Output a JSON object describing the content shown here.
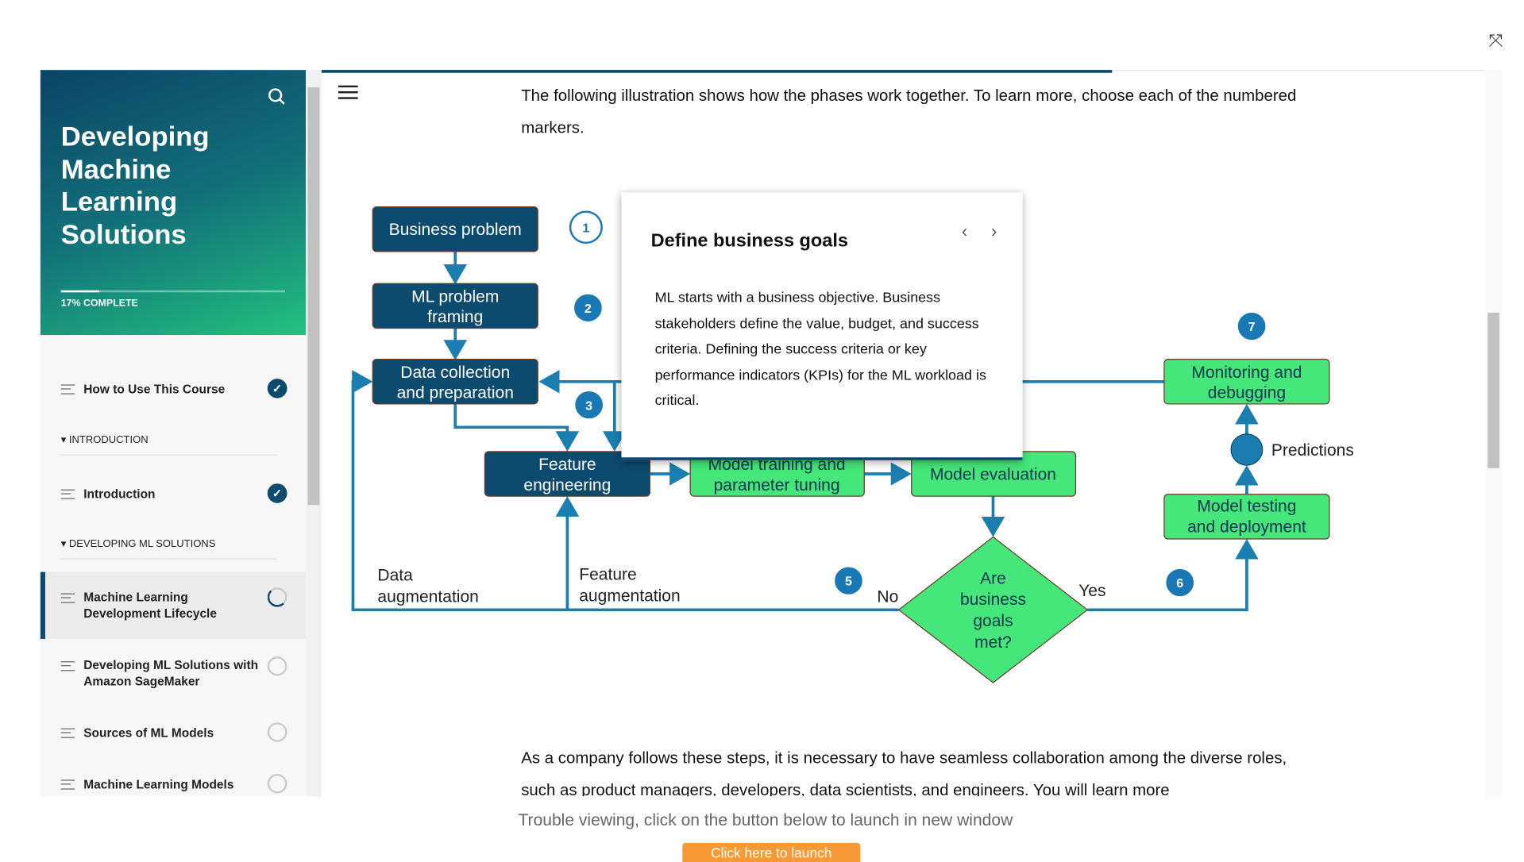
{
  "course": {
    "title": "Developing Machine Learning Solutions",
    "progress_percent": 17,
    "progress_label": "17% COMPLETE"
  },
  "sidebar": {
    "items": [
      {
        "type": "lesson",
        "label": "How to Use This Course",
        "status": "complete"
      },
      {
        "type": "section",
        "label": "INTRODUCTION"
      },
      {
        "type": "lesson",
        "label": "Introduction",
        "status": "complete"
      },
      {
        "type": "section",
        "label": "DEVELOPING ML SOLUTIONS"
      },
      {
        "type": "lesson",
        "label": "Machine Learning Development Lifecycle",
        "status": "in-progress",
        "active": true
      },
      {
        "type": "lesson",
        "label": "Developing ML Solutions with Amazon SageMaker",
        "status": "not-started"
      },
      {
        "type": "lesson",
        "label": "Sources of ML Models",
        "status": "not-started"
      },
      {
        "type": "lesson",
        "label": "Machine Learning Models",
        "status": "not-started"
      }
    ]
  },
  "content": {
    "intro": "The following illustration shows how the phases work together. To learn more, choose each of the numbered markers.",
    "outro": "As a company follows these steps, it is necessary to have seamless collaboration among the diverse roles, such as product managers, developers, data scientists, and engineers. You will learn more"
  },
  "diagram": {
    "nodes": {
      "business_problem": "Business problem",
      "ml_framing_1": "ML problem",
      "ml_framing_2": "framing",
      "data_1": "Data collection",
      "data_2": "and preparation",
      "feature_1": "Feature",
      "feature_2": "engineering",
      "training_1": "Model training and",
      "training_2": "parameter tuning",
      "evaluation": "Model evaluation",
      "monitoring_1": "Monitoring and",
      "monitoring_2": "debugging",
      "testing_1": "Model testing",
      "testing_2": "and deployment",
      "decision": [
        "Are",
        "business",
        "goals",
        "met?"
      ],
      "predictions": "Predictions",
      "data_aug_1": "Data",
      "data_aug_2": "augmentation",
      "feat_aug_1": "Feature",
      "feat_aug_2": "augmentation",
      "no": "No",
      "yes": "Yes"
    },
    "markers": [
      "1",
      "2",
      "3",
      "5",
      "6",
      "7"
    ],
    "active_marker": "1",
    "colors": {
      "dark": "#0c4a6e",
      "green": "#45e67a",
      "line": "#1a7fb0",
      "marker": "#1a78b4"
    }
  },
  "popup": {
    "title": "Define business goals",
    "body": "ML starts with a business objective. Business stakeholders define the value, budget, and success criteria. Defining the success criteria or key performance indicators (KPIs) for the ML workload is critical."
  },
  "footer": {
    "trouble": "Trouble viewing, click on the button below to launch in new window",
    "launch": "Click here to launch"
  }
}
